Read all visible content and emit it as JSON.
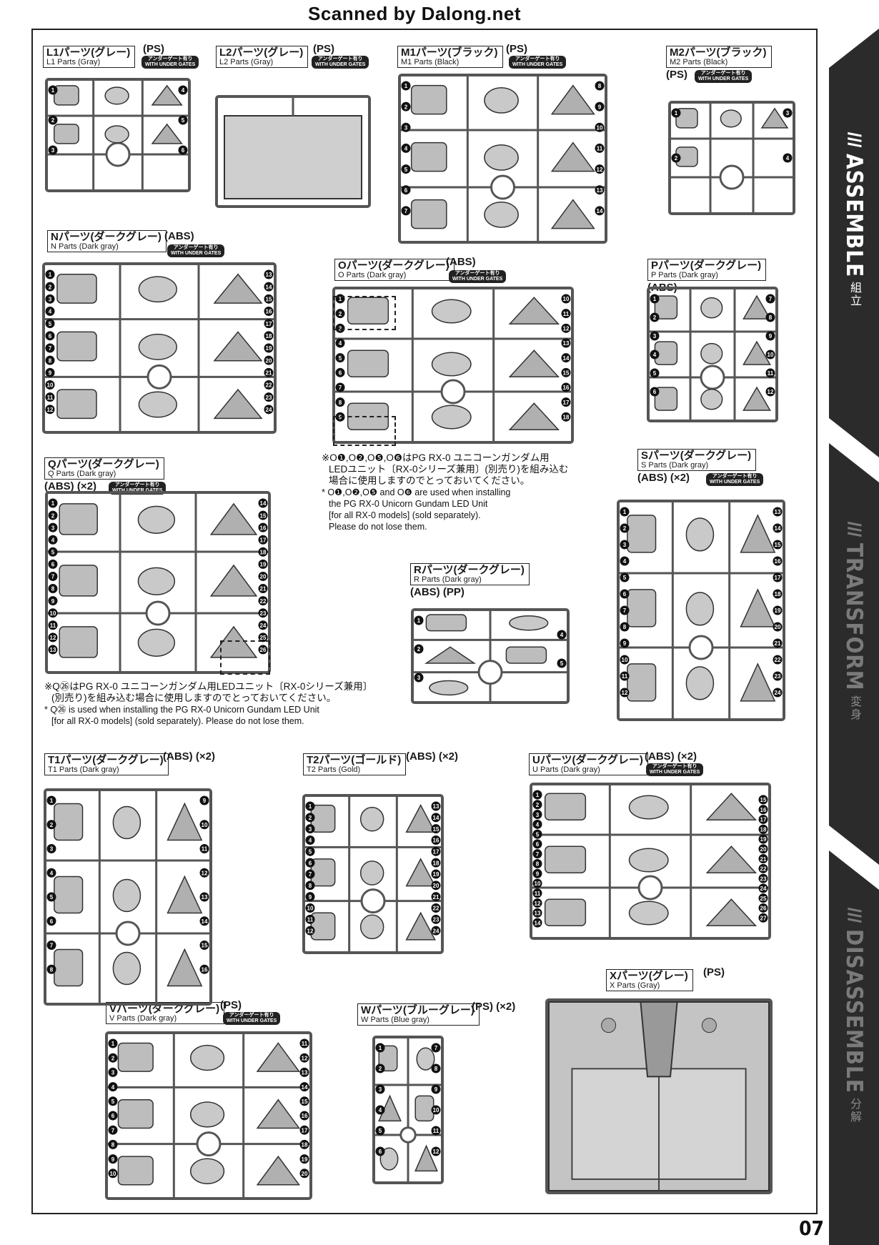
{
  "watermark": "Scanned by Dalong.net",
  "page_number": "07",
  "sidebar": {
    "sections": [
      {
        "title": "ASSEMBLE",
        "subtitle": "組立",
        "active": true
      },
      {
        "title": "TRANSFORM",
        "subtitle": "変身",
        "active": false
      },
      {
        "title": "DISASSEMBLE",
        "subtitle": "分解",
        "active": false
      }
    ]
  },
  "badge": {
    "line1": "アンダーゲート有り",
    "line2": "WITH UNDER GATES"
  },
  "runners": [
    {
      "id": "L1",
      "jp": "L1パーツ(グレー)",
      "en": "L1 Parts (Gray)",
      "mat": "(PS)",
      "qty": "",
      "under_gates": true
    },
    {
      "id": "L2",
      "jp": "L2パーツ(グレー)",
      "en": "L2 Parts (Gray)",
      "mat": "(PS)",
      "qty": "",
      "under_gates": true
    },
    {
      "id": "M1",
      "jp": "M1パーツ(ブラック)",
      "en": "M1 Parts (Black)",
      "mat": "(PS)",
      "qty": "",
      "under_gates": true
    },
    {
      "id": "M2",
      "jp": "M2パーツ(ブラック)",
      "en": "M2 Parts (Black)",
      "mat": "(PS)",
      "qty": "",
      "under_gates": true
    },
    {
      "id": "N",
      "jp": "Nパーツ(ダークグレー)",
      "en": "N Parts (Dark gray)",
      "mat": "(ABS)",
      "qty": "",
      "under_gates": true
    },
    {
      "id": "O",
      "jp": "Oパーツ(ダークグレー)",
      "en": "O Parts (Dark gray)",
      "mat": "(ABS)",
      "qty": "",
      "under_gates": true
    },
    {
      "id": "P",
      "jp": "Pパーツ(ダークグレー)",
      "en": "P Parts (Dark gray)",
      "mat": "(ABS)",
      "qty": "",
      "under_gates": false
    },
    {
      "id": "Q",
      "jp": "Qパーツ(ダークグレー)",
      "en": "Q Parts (Dark gray)",
      "mat": "(ABS)",
      "qty": "(×2)",
      "under_gates": true
    },
    {
      "id": "R",
      "jp": "Rパーツ(ダークグレー)",
      "en": "R Parts (Dark gray)",
      "mat": "(ABS) (PP)",
      "qty": "",
      "under_gates": false
    },
    {
      "id": "S",
      "jp": "Sパーツ(ダークグレー)",
      "en": "S Parts (Dark gray)",
      "mat": "(ABS)",
      "qty": "(×2)",
      "under_gates": true
    },
    {
      "id": "T1",
      "jp": "T1パーツ(ダークグレー)",
      "en": "T1 Parts (Dark gray)",
      "mat": "(ABS)",
      "qty": "(×2)",
      "under_gates": false
    },
    {
      "id": "T2",
      "jp": "T2パーツ(ゴールド)",
      "en": "T2 Parts (Gold)",
      "mat": "(ABS)",
      "qty": "(×2)",
      "under_gates": false
    },
    {
      "id": "U",
      "jp": "Uパーツ(ダークグレー)",
      "en": "U Parts (Dark gray)",
      "mat": "(ABS)",
      "qty": "(×2)",
      "under_gates": true
    },
    {
      "id": "V",
      "jp": "Vパーツ(ダークグレー)",
      "en": "V Parts (Dark gray)",
      "mat": "(PS)",
      "qty": "",
      "under_gates": true
    },
    {
      "id": "W",
      "jp": "Wパーツ(ブルーグレー)",
      "en": "W Parts (Blue gray)",
      "mat": "(PS)",
      "qty": "(×2)",
      "under_gates": false
    },
    {
      "id": "X",
      "jp": "Xパーツ(グレー)",
      "en": "X Parts (Gray)",
      "mat": "(PS)",
      "qty": "",
      "under_gates": false
    }
  ],
  "notes": {
    "o_jp_1": "※O❶,O❷,O❺,O❻はPG RX-0 ユニコーンガンダム用",
    "o_jp_2": "LEDユニット〔RX-0シリーズ兼用〕(別売り)を組み込む",
    "o_jp_3": "場合に使用しますのでとっておいてください。",
    "o_en_1": "* O❶,O❷,O❺ and O❻ are used when installing",
    "o_en_2": "the PG RX-0 Unicorn Gundam LED Unit",
    "o_en_3": "[for all RX-0 models] (sold separately).",
    "o_en_4": "Please do not lose them.",
    "q_jp_1": "※Q㉖はPG RX-0 ユニコーンガンダム用LEDユニット〔RX-0シリーズ兼用〕",
    "q_jp_2": "(別売り)を組み込む場合に使用しますのでとっておいてください。",
    "q_en_1": "* Q㉖ is used when installing the PG RX-0 Unicorn Gundam LED Unit",
    "q_en_2": "[for all RX-0 models] (sold separately). Please do not lose them."
  },
  "colors": {
    "sidebar": "#2b2b2b",
    "ink": "#1a1a1a",
    "part_fill": "#bdbdbd",
    "frame": "#555555"
  }
}
